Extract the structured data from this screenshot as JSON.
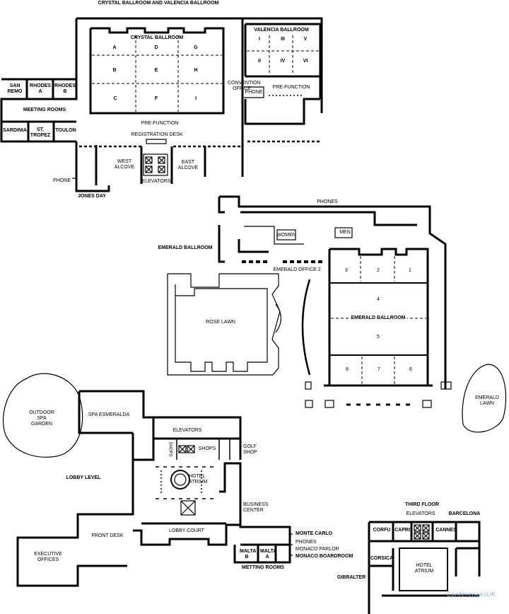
{
  "title": "CRYSTAL BALLROOM AND VALENCIA BALLROOM",
  "sections": {
    "crystal_ballroom": {
      "name": "CRYSTAL BALLROOM",
      "sections": [
        "A",
        "D",
        "G",
        "B",
        "E",
        "H",
        "C",
        "F",
        "I"
      ]
    },
    "valencia_ballroom": {
      "name": "VALENCIA BALLROOM",
      "sections": [
        "I",
        "III",
        "V",
        "II",
        "IV",
        "VI"
      ],
      "prefunction": "PRE-FUNCTION"
    },
    "meeting_rooms_top": {
      "san_remo": "SAN REMO",
      "rhodes_a": "RHODES A",
      "rhodes_b": "RHODES B",
      "meeting_rooms": "MEETING ROOMS",
      "sardinia": "SARDINIA",
      "st_tropez": "ST. TROPEZ",
      "toulon": "TOULON"
    },
    "convention_office": "CONVENTION OFFICE",
    "phone": "PHONE",
    "prefunction": "PRE-FUNCTION",
    "registration_desk": "REGISTRATION DESK",
    "west_alcove": "WEST ALCOVE",
    "east_alcove": "EAST ALCOVE",
    "elevators": "ELEVATORS",
    "phone_left": "PHONE",
    "jones_day": "JONES DAY",
    "emerald": {
      "phones": "PHONES",
      "women": "WOMEN",
      "men": "MEN",
      "emerald_ballroom_side": "EMERALD BALLROOM",
      "emerald_office": "EMERALD OFFICE 2",
      "emerald_ballroom": "EMERALD BALLROOM",
      "rooms": [
        "3",
        "2",
        "1",
        "4",
        "5",
        "8",
        "7",
        "6"
      ]
    },
    "rose_lawn": "ROSE LAWN",
    "emerald_lawn": "EMERALD LAWN",
    "lobby": {
      "outdoor_spa": "OUTDOOR SPA GARDEN",
      "spa": "SPA ESMERALDA",
      "lobby_level": "LOBBY LEVEL",
      "elevators": "ELEVATORS",
      "shops_v": "SHOPS",
      "shops": "SHOPS",
      "golf_shop": "GOLF SHOP",
      "hotel_atrium": "HOTEL ATRIUM",
      "business_center": "BUSINESS CENTER",
      "front_desk": "FRONT DESK",
      "lobby_court": "LOBBY COURT",
      "executive_offices": "EXECUTIVE OFFICES",
      "monte_carlo": "MONTE CARLO",
      "phones": "PHONES",
      "monaco_parlor": "MONACO PARLOR",
      "monaco_boardroom": "MONACO BOARDROOM",
      "malta_b": "MALTA B",
      "malta_a": "MALTA A",
      "meeting_rooms": "METTING ROOMS"
    },
    "third_floor": {
      "title": "THIRD FLOOR",
      "elevators": "ELEVATORS",
      "barcelona": "BARCELONA",
      "corfu": "CORFU",
      "capri": "CAPRI",
      "cannes": "CANNES",
      "corsica": "CORSICA",
      "hotel_atrium": "HOTEL ATRIUM",
      "gibralter": "GIBRALTER"
    }
  },
  "watermark": "ConferencesUK"
}
